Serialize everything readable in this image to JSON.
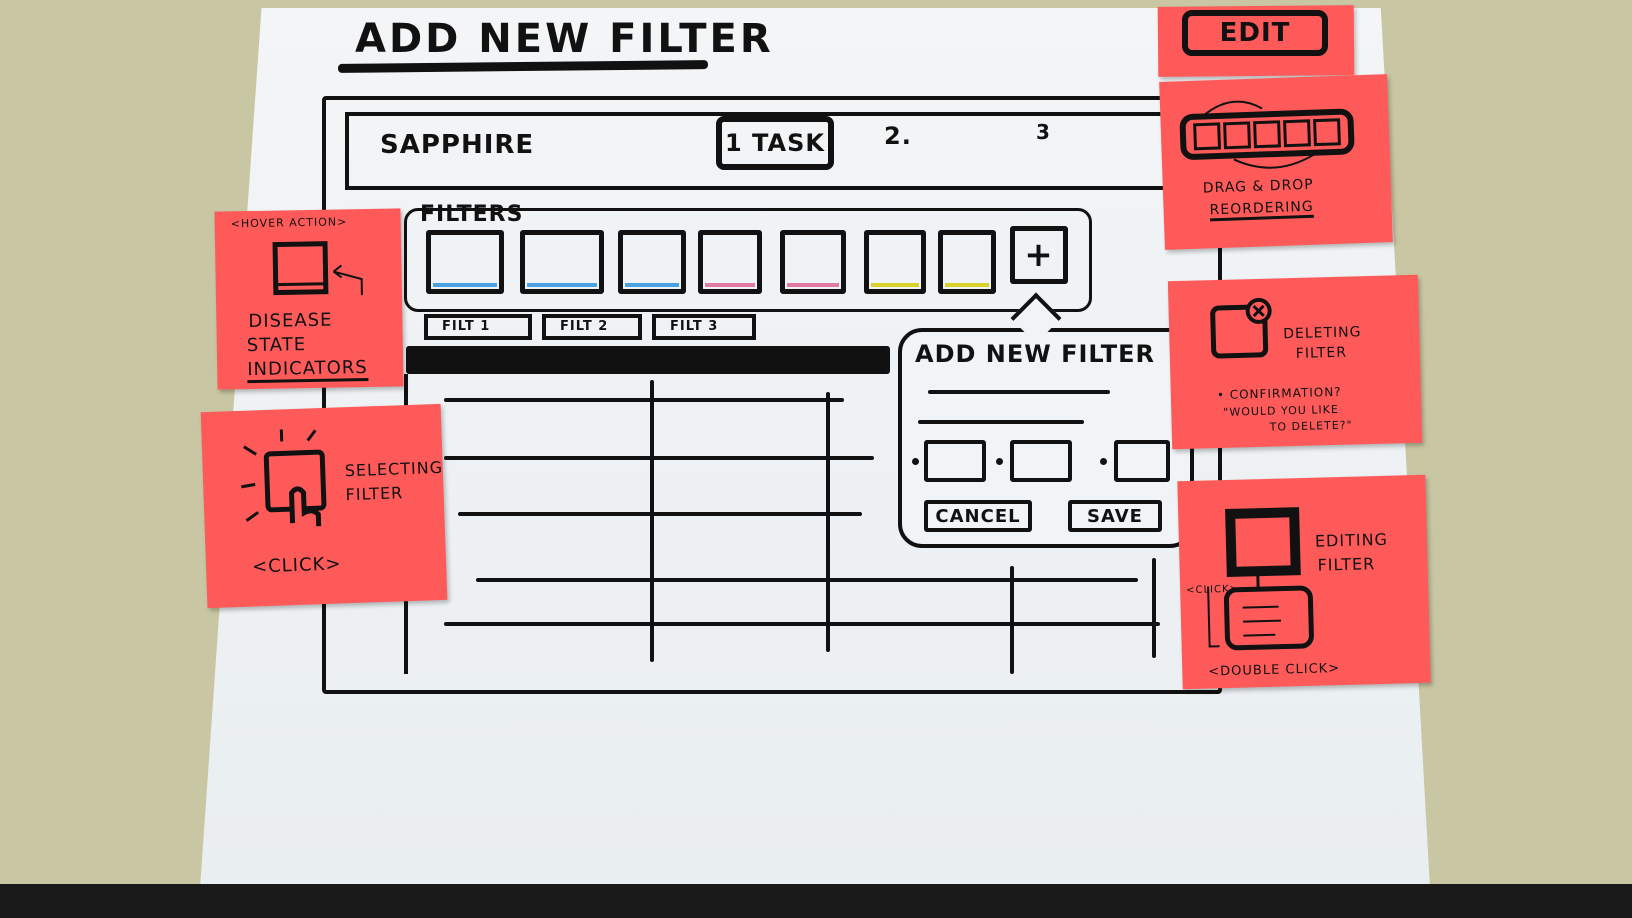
{
  "page": {
    "title": "ADD NEW FILTER"
  },
  "header": {
    "app_name": "SAPPHIRE",
    "steps": [
      "1 TASK",
      "2.",
      "3"
    ]
  },
  "filters": {
    "label": "FILTERS",
    "add_button": "+",
    "indicator_colors": [
      "#4aa3e0",
      "#4aa3e0",
      "#4aa3e0",
      "#e07aa3",
      "#e07aa3",
      "#d8d12a",
      "#d8d12a"
    ],
    "tabs": [
      "FILT 1",
      "FILT 2",
      "FILT 3"
    ]
  },
  "popover": {
    "title": "ADD NEW FILTER",
    "cancel_label": "CANCEL",
    "save_label": "SAVE"
  },
  "notes": {
    "edit": "EDIT",
    "drag_drop": {
      "line1": "DRAG & DROP",
      "line2": "REORDERING"
    },
    "hover": {
      "action": "<HOVER ACTION>",
      "line1": "DISEASE",
      "line2": "STATE",
      "line3": "INDICATORS"
    },
    "selecting": {
      "line1": "SELECTING",
      "line2": "FILTER",
      "action": "<CLICK>"
    },
    "deleting": {
      "line1": "DELETING",
      "line2": "FILTER",
      "bullet": "• CONFIRMATION?",
      "quote1": "\"WOULD YOU LIKE",
      "quote2": "TO DELETE?\""
    },
    "editing": {
      "line1": "EDITING",
      "line2": "FILTER",
      "click": "<CLICK>",
      "action": "<DOUBLE CLICK>"
    }
  },
  "colors": {
    "sticky": "#ff5a5a",
    "ink": "#111111",
    "desk": "#c9c7a3"
  }
}
